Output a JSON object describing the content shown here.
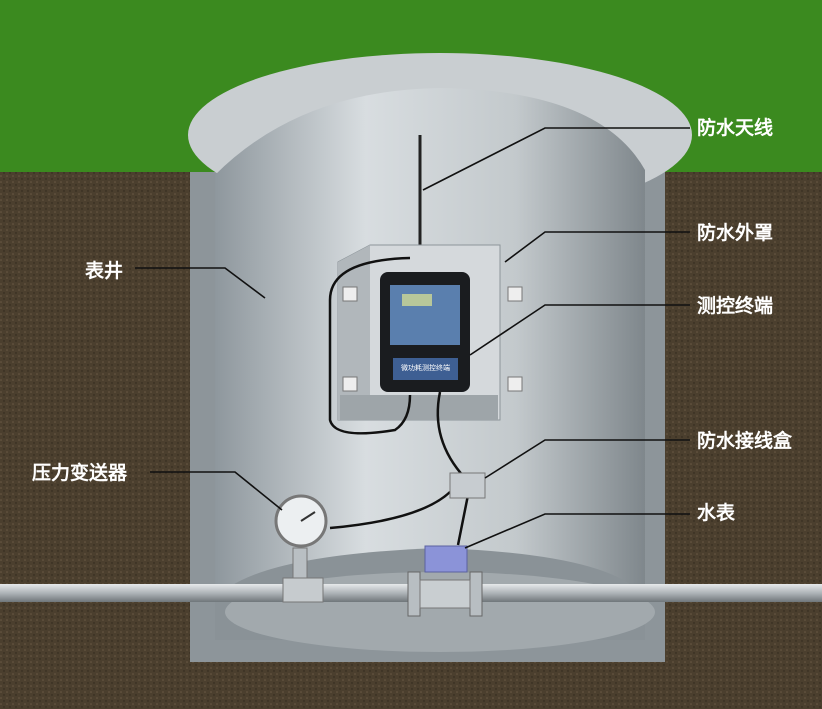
{
  "labels": {
    "antenna": "防水天线",
    "cover": "防水外罩",
    "terminal": "测控终端",
    "well": "表井",
    "junction_box": "防水接线盒",
    "pressure_transmitter": "压力变送器",
    "water_meter": "水表"
  },
  "device_label": "微功耗测控终端",
  "colors": {
    "grass": "#3a8a1e",
    "soil": "#4a3d2c",
    "well": "#b9bfc3",
    "label_text": "#ffffff"
  }
}
